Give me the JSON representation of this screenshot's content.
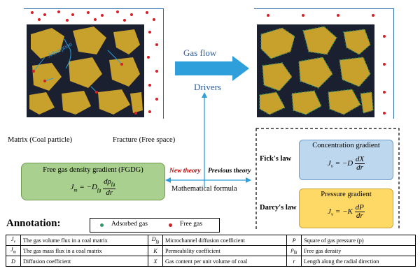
{
  "left_panel": {
    "adsorption_label": "Adsorption",
    "matrix_label": "Matrix (Coal particle)",
    "fracture_label": "Fracture (Free space)"
  },
  "center": {
    "gas_flow_label": "Gas flow",
    "drivers_label": "Drivers",
    "new_theory_label": "New theory",
    "previous_theory_label": "Previous theory",
    "math_formula_label": "Mathematical formula"
  },
  "fgdg_box": {
    "title": "Free gas density gradient (FGDG)",
    "lhs": "J",
    "lhs_sub": "m",
    "mid": "= −D",
    "mid_sub": "fg",
    "num": "dρ",
    "num_sub": "fg",
    "den": "dr"
  },
  "ficks_law": {
    "law_label": "Fick's law",
    "title": "Concentration gradient",
    "lhs": "J",
    "lhs_sub": "v",
    "mid": "= −D",
    "num": "dX",
    "den": "dr"
  },
  "darcys_law": {
    "law_label": "Darcy's law",
    "title": "Pressure gradient",
    "lhs": "J",
    "lhs_sub": "v",
    "mid": "= −K",
    "num": "dP",
    "den": "dr"
  },
  "annotation": {
    "heading": "Annotation:",
    "adsorbed_gas_label": "Adsorbed gas",
    "free_gas_label": "Free gas",
    "rows": [
      [
        {
          "sym": "J",
          "sub": "v"
        },
        "The gas volume flux in a coal matrix",
        {
          "sym": "D",
          "sub": "fg"
        },
        "Microchannel diffusion coefficient",
        {
          "sym": "P",
          "sub": ""
        },
        "Square of gas pressure (p)"
      ],
      [
        {
          "sym": "J",
          "sub": "m"
        },
        "The gas mass flux in a coal matrix",
        {
          "sym": "K",
          "sub": ""
        },
        "Permeability coefficient",
        {
          "sym": "ρ",
          "sub": "fg"
        },
        "Free gas density"
      ],
      [
        {
          "sym": "D",
          "sub": ""
        },
        "Diffusion coefficient",
        {
          "sym": "X",
          "sub": ""
        },
        "Gas content per unit volume of coal",
        {
          "sym": "r",
          "sub": ""
        },
        "Length along the radial direction"
      ]
    ]
  },
  "colors": {
    "matrix_bg": "#1b2030",
    "coal_particle": "#c8a02c",
    "adsorbed_gas": "#2f9a6a",
    "free_gas": "#d61f26",
    "arrow_blue": "#2f9fdc",
    "new_theory_red": "#c00000",
    "frame_blue": "#2e6fb0"
  }
}
